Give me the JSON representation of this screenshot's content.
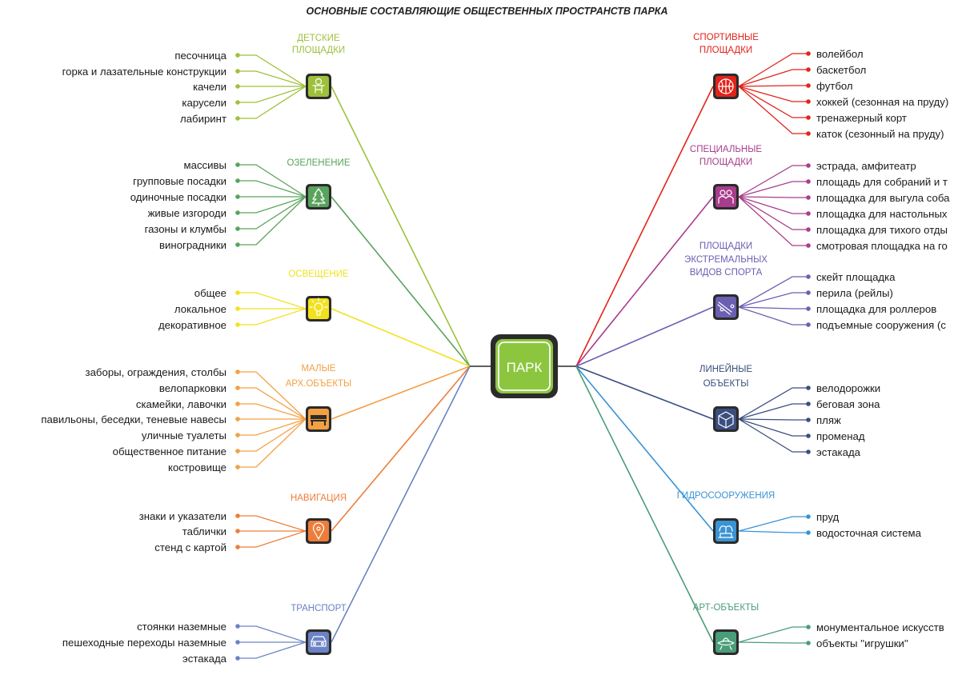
{
  "title": "ОСНОВНЫЕ СОСТАВЛЯЮЩИЕ ОБЩЕСТВЕННЫХ ПРОСТРАНСТВ ПАРКА",
  "center": {
    "label": "ПАРК",
    "color": "#8cc63f"
  },
  "groups": [
    {
      "id": "kids",
      "side": "left",
      "title": [
        "ДЕТСКИЕ",
        "ПЛОЩАДКИ"
      ],
      "color": "#9dc13b",
      "icon": "child-icon",
      "items": [
        "песочница",
        "горка и лазательные конструкции",
        "качели",
        "карусели",
        "лабиринт"
      ]
    },
    {
      "id": "green",
      "side": "left",
      "title": [
        "ОЗЕЛЕНЕНИЕ"
      ],
      "color": "#5aa35d",
      "icon": "tree-icon",
      "items": [
        "массивы",
        "групповые посадки",
        "одиночные посадки",
        "живые изгороди",
        "газоны и клумбы",
        "виноградники"
      ]
    },
    {
      "id": "light",
      "side": "left",
      "title": [
        "ОСВЕЩЕНИЕ"
      ],
      "color": "#f2e21e",
      "icon": "lightbulb-icon",
      "items": [
        "общее",
        "локальное",
        "декоративное"
      ]
    },
    {
      "id": "small",
      "side": "left",
      "title": [
        "МАЛЫЕ",
        "АРХ.ОБЪЕКТЫ"
      ],
      "color": "#f3a043",
      "icon": "bench-icon",
      "items": [
        "заборы, ограждения, столбы",
        "велопарковки",
        "скамейки, лавочки",
        "павильоны, беседки, теневые навесы",
        "уличные туалеты",
        "общественное питание",
        "костровище"
      ]
    },
    {
      "id": "nav",
      "side": "left",
      "title": [
        "НАВИГАЦИЯ"
      ],
      "color": "#ee7d3b",
      "icon": "map-pin-icon",
      "items": [
        "знаки и указатели",
        "таблички",
        "стенд с картой"
      ]
    },
    {
      "id": "transport",
      "side": "left",
      "title": [
        "ТРАНСПОРТ"
      ],
      "color": "#6b83c4",
      "icon": "car-icon",
      "items": [
        "стоянки наземные",
        "пешеходные переходы наземные",
        "эстакада"
      ]
    },
    {
      "id": "sport",
      "side": "right",
      "title": [
        "СПОРТИВНЫЕ",
        "ПЛОЩАДКИ"
      ],
      "color": "#e2231a",
      "icon": "ball-icon",
      "items": [
        "волейбол",
        "баскетбол",
        "футбол",
        "хоккей (сезонная на пруду)",
        "тренажерный корт",
        "каток (сезонный на пруду)"
      ]
    },
    {
      "id": "special",
      "side": "right",
      "title": [
        "СПЕЦИАЛЬНЫЕ",
        "ПЛОЩАДКИ"
      ],
      "color": "#a83d8c",
      "icon": "people-icon",
      "items": [
        "эстрада, амфитеатр",
        "площадь для собраний и т",
        "площадка для выгула соба",
        "площадка для настольных",
        "площадка для тихого отды",
        "смотровая площадка на го"
      ]
    },
    {
      "id": "extreme",
      "side": "right",
      "title": [
        "ПЛОЩАДКИ",
        "ЭКСТРЕМАЛЬНЫХ",
        "ВИДОВ СПОРТА"
      ],
      "color": "#6a5fb3",
      "icon": "skateboard-icon",
      "items": [
        "скейт площадка",
        "перила (рейлы)",
        "площадка для роллеров",
        "подъемные сооружения (с"
      ]
    },
    {
      "id": "linear",
      "side": "right",
      "title": [
        "ЛИНЕЙНЫЕ",
        "ОБЪЕКТЫ"
      ],
      "color": "#3a4e7f",
      "icon": "cube-icon",
      "items": [
        "велодорожки",
        "беговая зона",
        "пляж",
        "променад",
        "эстакада"
      ]
    },
    {
      "id": "hydro",
      "side": "right",
      "title": [
        "ГИДРОСООРУЖЕНИЯ"
      ],
      "color": "#3a93d4",
      "icon": "fountain-icon",
      "items": [
        "пруд",
        "водосточная система"
      ]
    },
    {
      "id": "art",
      "side": "right",
      "title": [
        "АРТ-ОБЪЕКТЫ"
      ],
      "color": "#4a9d79",
      "icon": "ufo-icon",
      "items": [
        "монументальное искусств",
        "объекты ''игрушки''"
      ]
    }
  ]
}
